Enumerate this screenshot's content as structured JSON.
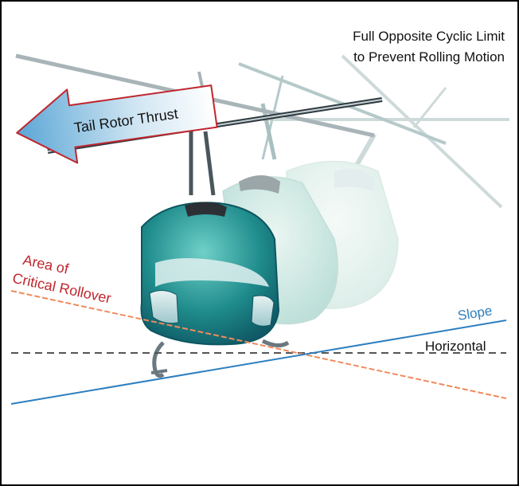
{
  "caption": {
    "line1": "Full Opposite Cyclic Limit",
    "line2": "to Prevent Rolling Motion"
  },
  "labels": {
    "tail_rotor_thrust": "Tail Rotor Thrust",
    "area_line1": "Area of",
    "area_line2": "Critical Rollover",
    "slope": "Slope",
    "horizontal": "Horizontal"
  },
  "colors": {
    "area_text": "#c0262e",
    "area_line": "#f08a5d",
    "slope": "#2e7fbf",
    "horizontal": "#555555",
    "arrow_border": "#c0262e",
    "arrow_fill": "#9fc7e0",
    "helicopter_body": "#1f8c8c",
    "ghost_body": "#cfe6e0"
  }
}
